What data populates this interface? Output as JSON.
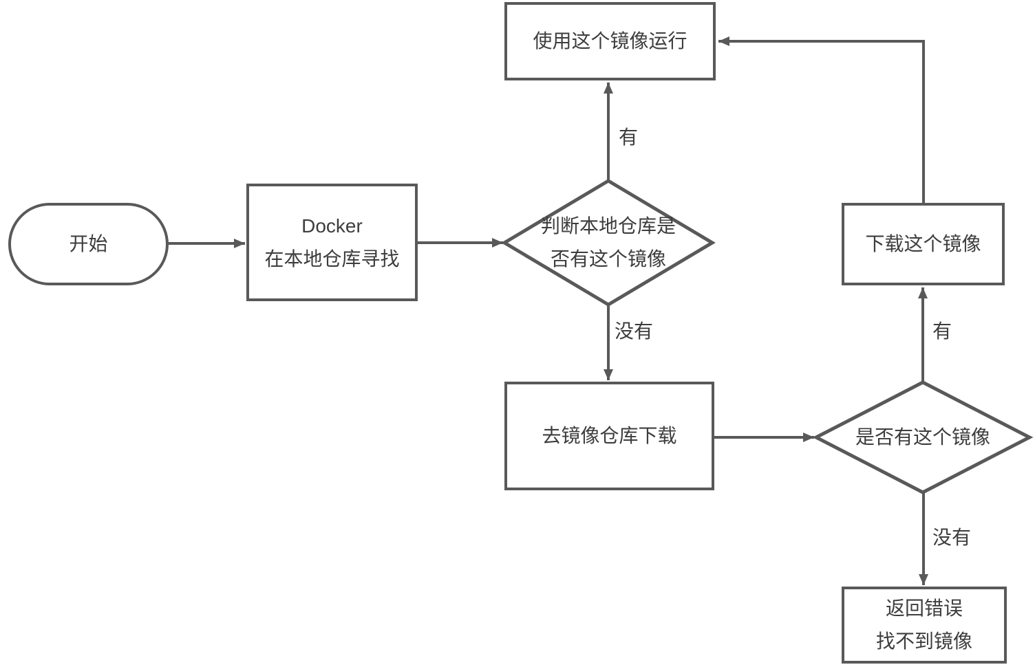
{
  "diagram": {
    "type": "flowchart",
    "topic": "Docker image lookup and pull flow",
    "colors": {
      "background": "#ffffff",
      "stroke": "#595959",
      "text": "#3d3d3d",
      "node_fill": "#ffffff"
    },
    "nodes": {
      "start": {
        "shape": "terminator",
        "label": "开始"
      },
      "docker_search": {
        "shape": "process",
        "line1": "Docker",
        "line2": "在本地仓库寻找"
      },
      "check_local": {
        "shape": "decision",
        "line1": "判断本地仓库是",
        "line2": "否有这个镜像"
      },
      "run_image": {
        "shape": "process",
        "label": "使用这个镜像运行"
      },
      "goto_registry": {
        "shape": "process",
        "label": "去镜像仓库下载"
      },
      "check_registry": {
        "shape": "decision",
        "label": "是否有这个镜像"
      },
      "download_image": {
        "shape": "process",
        "label": "下载这个镜像"
      },
      "return_error": {
        "shape": "process",
        "line1": "返回错误",
        "line2": "找不到镜像"
      }
    },
    "edge_labels": {
      "check_local_yes": "有",
      "check_local_no": "没有",
      "check_registry_yes": "有",
      "check_registry_no": "没有"
    },
    "edges": [
      {
        "from": "start",
        "to": "docker_search",
        "label": ""
      },
      {
        "from": "docker_search",
        "to": "check_local",
        "label": ""
      },
      {
        "from": "check_local",
        "to": "run_image",
        "label": "有"
      },
      {
        "from": "check_local",
        "to": "goto_registry",
        "label": "没有"
      },
      {
        "from": "goto_registry",
        "to": "check_registry",
        "label": ""
      },
      {
        "from": "check_registry",
        "to": "download_image",
        "label": "有"
      },
      {
        "from": "check_registry",
        "to": "return_error",
        "label": "没有"
      },
      {
        "from": "download_image",
        "to": "run_image",
        "label": ""
      }
    ]
  }
}
